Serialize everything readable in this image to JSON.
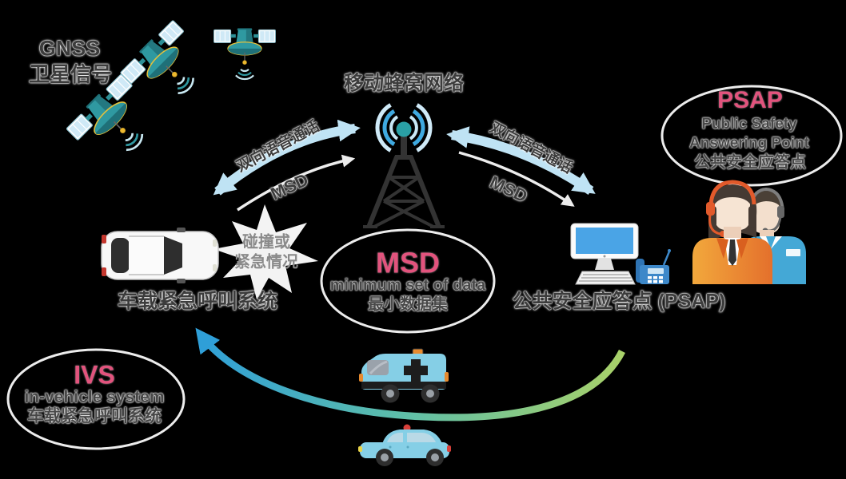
{
  "diagram": {
    "gnss": {
      "title": "GNSS",
      "subtitle": "卫星信号"
    },
    "tower": {
      "label": "移动蜂窝网络"
    },
    "arrows": {
      "left_voice": "双向语音通话",
      "left_msd": "MSD",
      "right_voice": "双向语音通话",
      "right_msd": "MSD"
    },
    "burst": {
      "line1": "碰撞或",
      "line2": "紧急情况"
    },
    "car": {
      "label": "车载紧急呼叫系统"
    },
    "msd_bubble": {
      "title": "MSD",
      "subtitle_en": "minimum set of data",
      "subtitle_zh": "最小数据集"
    },
    "psap_station": {
      "label": "公共安全应答点 (PSAP)"
    },
    "psap_bubble": {
      "title": "PSAP",
      "line1": "Public Safety",
      "line2": "Answering Point",
      "line3": "公共安全应答点"
    },
    "ivs_bubble": {
      "title": "IVS",
      "line1": "in-vehicle system",
      "line2": "车载紧急呼叫系统"
    }
  },
  "colors": {
    "background": "#000000",
    "accent_pink": "#e2537d",
    "voice_arrow": "#bfe3f4",
    "msd_arrow": "#ededed",
    "swoosh_green": "#a8d169",
    "swoosh_teal": "#5fbfa8",
    "swoosh_blue": "#2f9fd8",
    "vehicle_blue": "#85cfe6",
    "satellite_teal": "#2f99a1",
    "dish_rim_yellow": "#e3c13d",
    "wave_blue": "#3fa9e0",
    "operator_orange": "#ec8a2f",
    "operator_blue": "#44a8d6",
    "screen_blue": "#4aa4e6",
    "label_dark": "#3c3c3c",
    "ellipse_stroke": "#ececec"
  },
  "icons": [
    "gnss-satellite",
    "cell-tower",
    "voice-call-arrow",
    "msd-arrow",
    "crash-burst",
    "car-top-view",
    "desktop-computer",
    "telephone",
    "call-operators",
    "ambulance",
    "police-car",
    "dispatch-arrow"
  ]
}
